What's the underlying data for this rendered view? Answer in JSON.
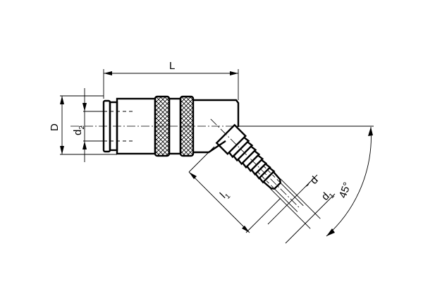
{
  "drawing": {
    "title": "45° hose coupling dimension drawing",
    "background": "#ffffff",
    "line_color": "#000000",
    "dimensions": {
      "L": {
        "label": "L",
        "sub": ""
      },
      "D": {
        "label": "D",
        "sub": ""
      },
      "d2": {
        "label": "d",
        "sub": "2"
      },
      "l1": {
        "label": "l",
        "sub": "1"
      },
      "d": {
        "label": "d",
        "sub": ""
      },
      "d1": {
        "label": "d",
        "sub": "1"
      },
      "angle": {
        "label": "45°"
      }
    }
  }
}
